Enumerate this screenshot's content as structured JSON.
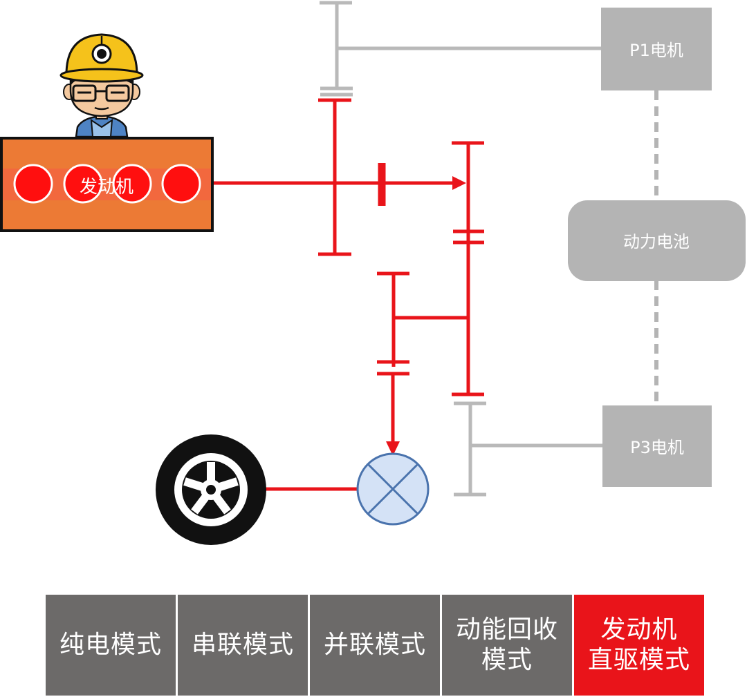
{
  "labels": {
    "engine": "发动机",
    "p1_motor": "P1电机",
    "battery": "动力电池",
    "p3_motor": "P3电机"
  },
  "modes": [
    {
      "label": "纯电模式",
      "active": false
    },
    {
      "label": "串联模式",
      "active": false
    },
    {
      "label": "并联模式",
      "active": false
    },
    {
      "label": "动能回收\n模式",
      "active": false
    },
    {
      "label": "发动机\n直驱模式",
      "active": true
    }
  ],
  "colors": {
    "active_path": "#e9141a",
    "inactive_path": "#b9b9b9",
    "component_gray": "#b4b4b4",
    "mode_button": "#6c6a69",
    "mode_button_active": "#e9141a",
    "engine_fill": "#ec7a35",
    "differential_fill": "#d4e2f6",
    "differential_stroke": "#4a73ad"
  }
}
